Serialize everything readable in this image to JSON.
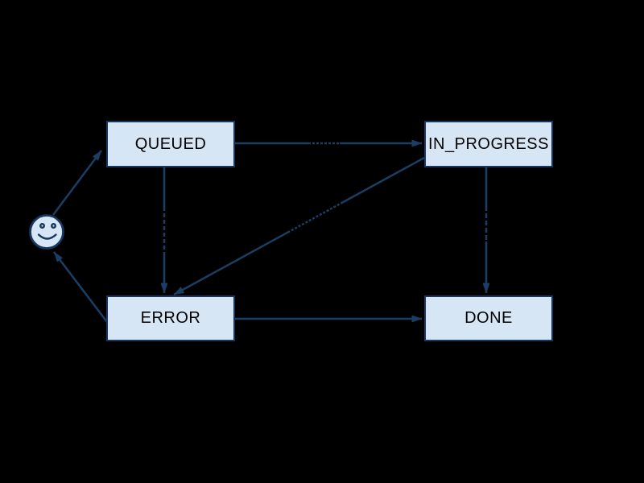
{
  "diagram": {
    "type": "state-machine",
    "colors": {
      "background": "#000000",
      "node_fill": "#d6e6f5",
      "node_border": "#17375e",
      "edge": "#1a3e64",
      "node_text": "#000000"
    },
    "nodes": [
      {
        "id": "start",
        "kind": "initial-state",
        "icon": "smiley-face-icon",
        "label": ""
      },
      {
        "id": "queued",
        "label": "QUEUED"
      },
      {
        "id": "in_progress",
        "label": "IN_PROGRESS"
      },
      {
        "id": "error",
        "label": "ERROR"
      },
      {
        "id": "done",
        "label": "DONE"
      }
    ],
    "edges": [
      {
        "id": "start-to-queued",
        "from": "start",
        "to": "queued",
        "hidden_label_marks": false
      },
      {
        "id": "queued-to-in-progress",
        "from": "queued",
        "to": "in_progress",
        "hidden_label_marks": true
      },
      {
        "id": "queued-to-error",
        "from": "queued",
        "to": "error",
        "hidden_label_marks": true
      },
      {
        "id": "in-progress-to-error",
        "from": "in_progress",
        "to": "error",
        "hidden_label_marks": true
      },
      {
        "id": "in-progress-to-done",
        "from": "in_progress",
        "to": "done",
        "hidden_label_marks": true
      },
      {
        "id": "error-to-done",
        "from": "error",
        "to": "done",
        "hidden_label_marks": false
      },
      {
        "id": "error-to-start",
        "from": "error",
        "to": "start",
        "hidden_label_marks": false
      }
    ],
    "edge_label_note": "edge labels drawn in black over black background; only notch artifacts visible where they cross the lines"
  }
}
